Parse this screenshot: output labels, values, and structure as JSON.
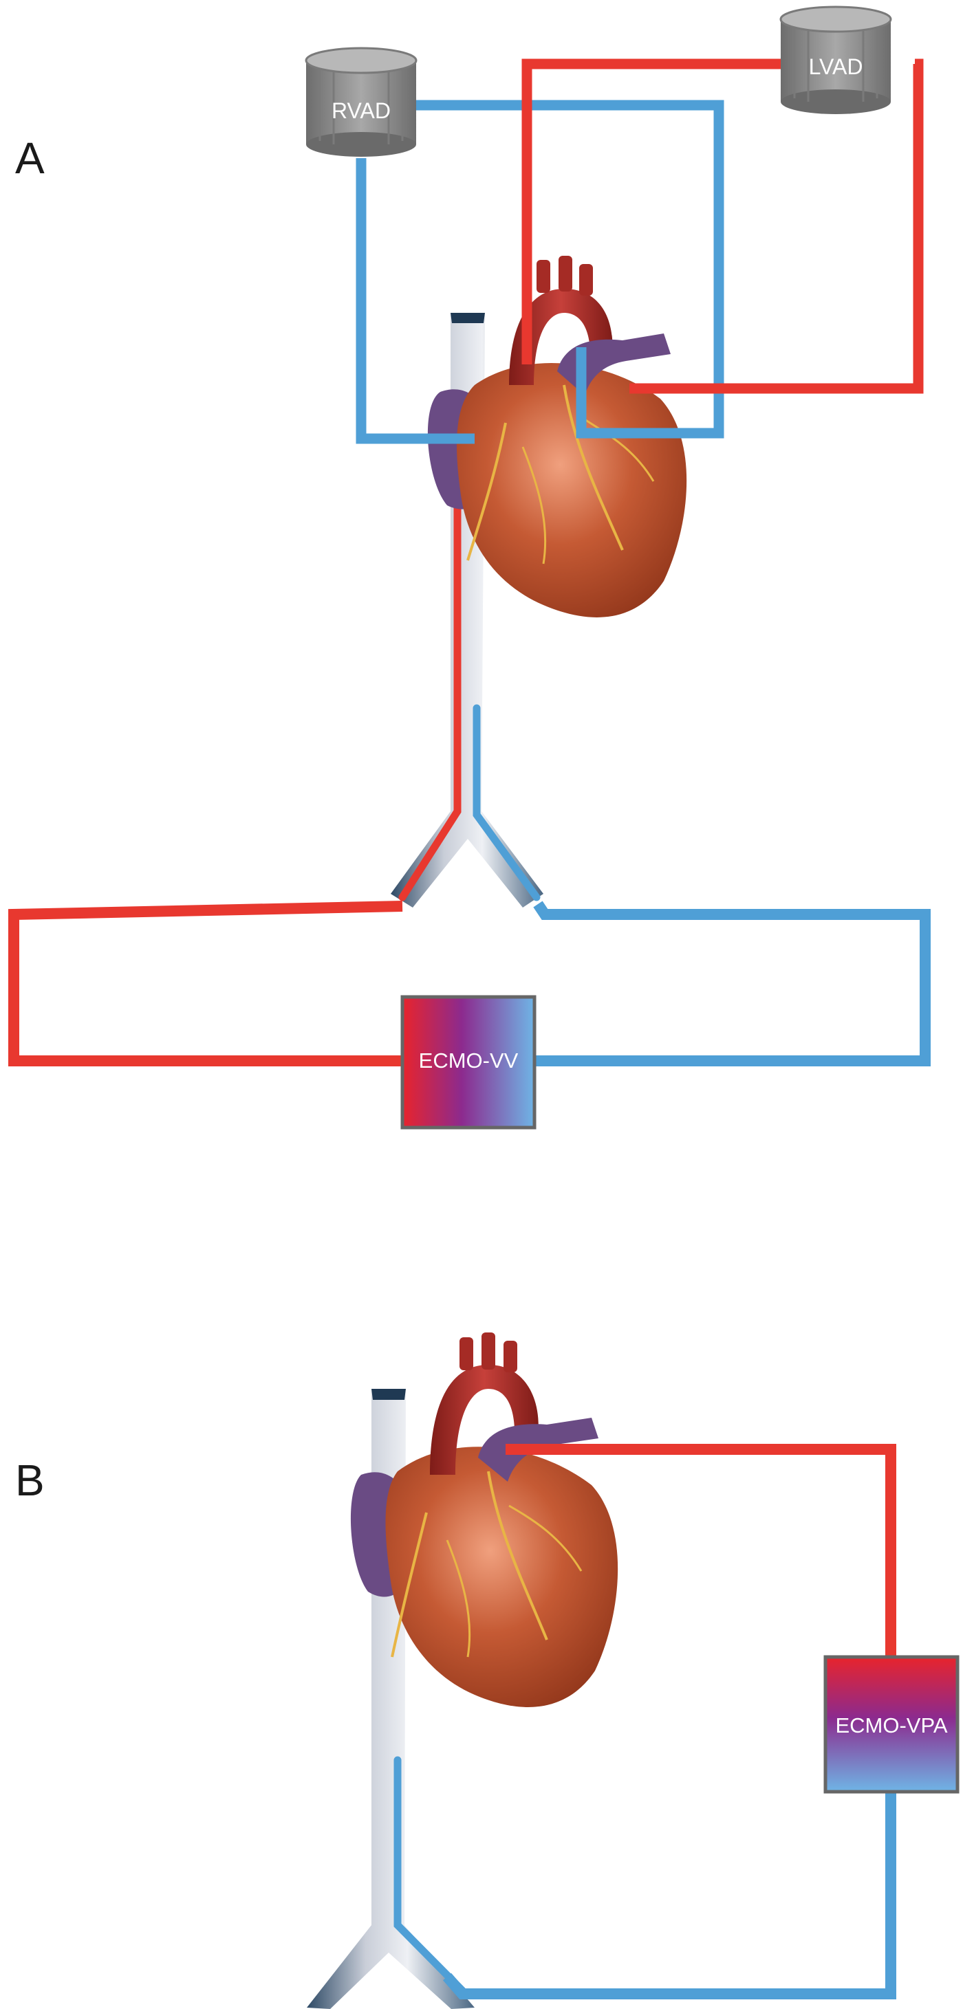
{
  "panels": {
    "a": {
      "label": "A",
      "rvad": "RVAD",
      "lvad": "LVAD",
      "ecmo": "ECMO-VV"
    },
    "b": {
      "label": "B",
      "ecmo": "ECMO-VPA"
    }
  },
  "colors": {
    "oxygenated": "#e8382f",
    "deoxygenated": "#4f9fd6",
    "heart": "#b84a2a",
    "atrium": "#6a4b84",
    "aorta": "#b3322a",
    "coronary": "#e8b545",
    "vessel": "#b9bfca",
    "device": "#8a8a8a"
  },
  "icons": {
    "heart": "heart-icon",
    "pump": "pump-icon",
    "oxygenator": "oxygenator-icon"
  }
}
